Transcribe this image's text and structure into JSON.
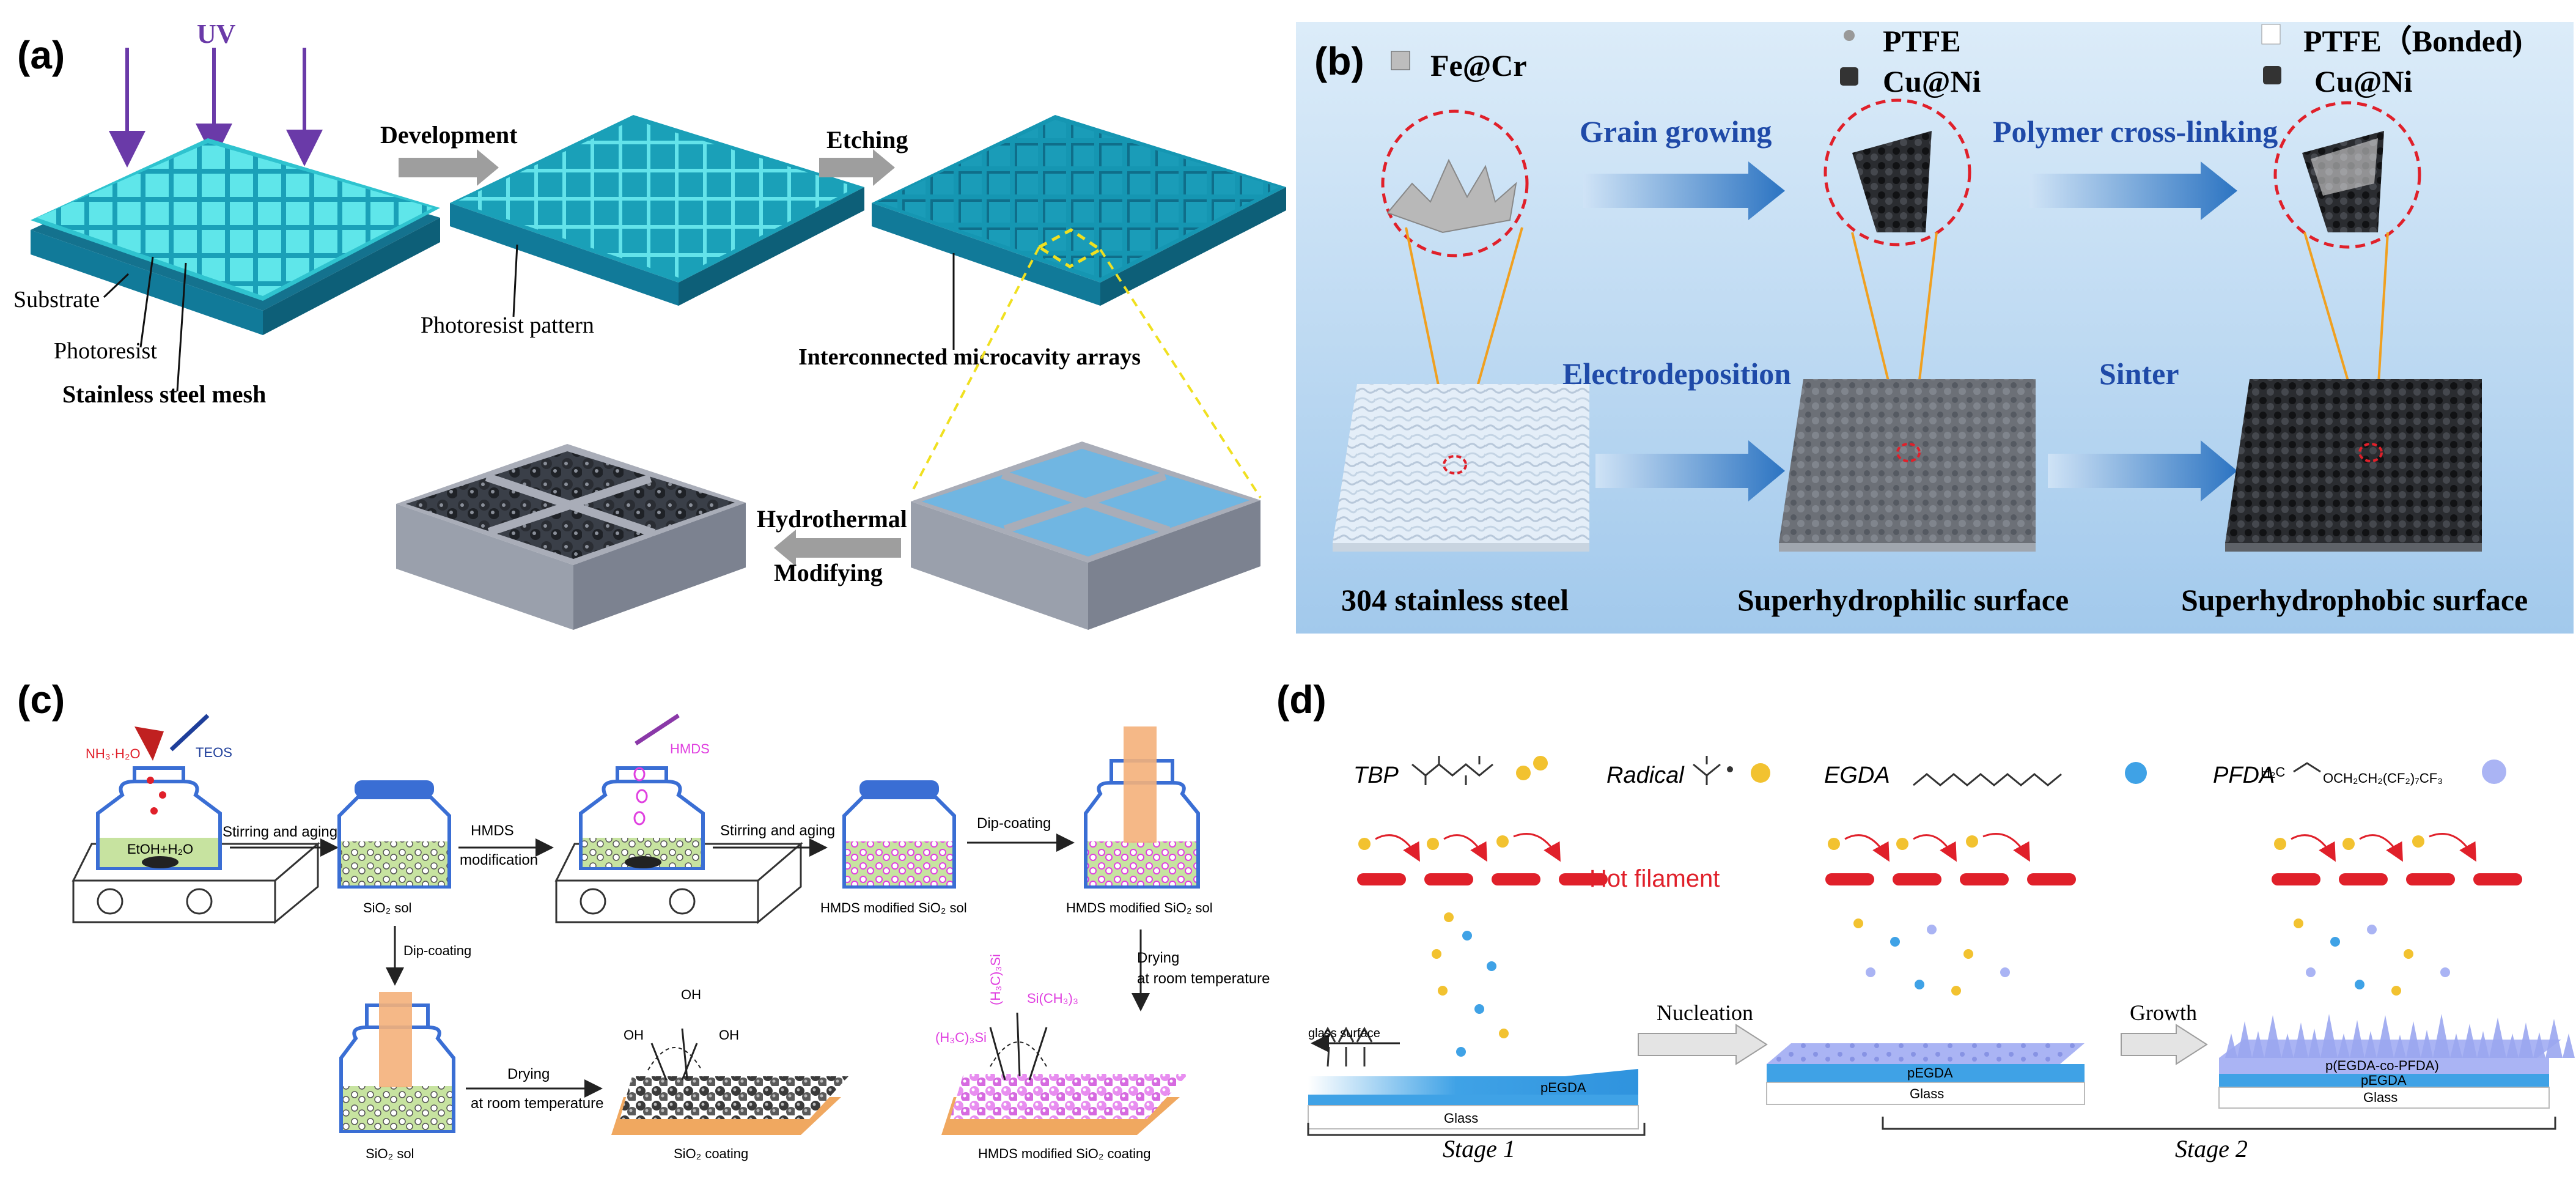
{
  "panels": {
    "a": {
      "label": "(a)",
      "uv": "UV",
      "step_development": "Development",
      "step_etching": "Etching",
      "label_substrate": "Substrate",
      "label_photoresist": "Photoresist",
      "label_mesh": "Stainless steel mesh",
      "label_pattern": "Photoresist pattern",
      "label_arrays": "Interconnected microcavity arrays",
      "step_hydrothermal": "Hydrothermal",
      "step_modifying": "Modifying",
      "colors": {
        "cyan": "#5fe6ea",
        "teal": "#1aa0b8",
        "dark": "#14728e",
        "gray": "#a9adb8",
        "arrow": "#9e9e9e",
        "uv": "#6a3aa8"
      }
    },
    "b": {
      "label": "(b)",
      "legend_fecr": "Fe@Cr",
      "legend_ptfe": "PTFE",
      "legend_cuni": "Cu@Ni",
      "legend_ptfe_bonded": "PTFE（Bonded)",
      "legend_cuni2": "Cu@Ni",
      "step_grain": "Grain growing",
      "step_polymer": "Polymer cross-linking",
      "step_electro": "Electrodeposition",
      "step_sinter": "Sinter",
      "cap_304": "304 stainless steel",
      "cap_superhydrophilic": "Superhydrophilic surface",
      "cap_superhydrophobic": "Superhydrophobic surface",
      "colors": {
        "bg_top": "#d6e9f8",
        "bg_bottom": "#a9cdee",
        "blue_text": "#1f4aa8",
        "arrow": "#2f78c4"
      }
    },
    "c": {
      "label": "(c)",
      "reagent_nh3": "NH₃·H₂O",
      "reagent_teos": "TEOS",
      "solvent": "EtOH+H₂O",
      "step_stir1": "Stirring and aging",
      "sol1": "SiO₂ sol",
      "step_hmds": "HMDS",
      "step_modification": "modification",
      "reagent_hmds": "HMDS",
      "step_stir2": "Stirring and aging",
      "sol_hmds1": "HMDS modified SiO₂ sol",
      "step_dip1": "Dip-coating",
      "sol_hmds2": "HMDS modified SiO₂ sol",
      "step_dip2": "Dip-coating",
      "step_drying1": "Drying",
      "step_roomtemp1": "at room temperature",
      "sol2": "SiO₂ sol",
      "coating_sio2": "SiO₂ coating",
      "group_oh": "OH",
      "step_drying2": "Drying",
      "step_roomtemp2": "at room temperature",
      "group_tms1": "(H₃C)₃Si",
      "group_tms2": "Si(CH₃)₃",
      "group_tms3": "(H₃C)₃Si",
      "coating_hmds": "HMDS modified SiO₂ coating"
    },
    "d": {
      "label": "(d)",
      "tbp": "TBP",
      "radical": "Radical",
      "egda": "EGDA",
      "pfda": "PFDA",
      "pfda_formula": "OCH₂CH₂(CF₂)₇CF₃",
      "h2c": "H₂C",
      "hot_filament": "Hot filament",
      "glass_surface": "glass surface",
      "step_nucleation": "Nucleation",
      "step_growth": "Growth",
      "layer_pegda1": "pEGDA",
      "layer_glass1": "Glass",
      "layer_pegda2": "pEGDA",
      "layer_glass2": "Glass",
      "layer_copoly": "p(EGDA-co-PFDA)",
      "layer_pegda3": "pEGDA",
      "layer_glass3": "Glass",
      "stage1": "Stage 1",
      "stage2": "Stage 2",
      "colors": {
        "red": "#e0202a",
        "blue": "#3fa2e6",
        "lilac": "#8c9cf0",
        "gold": "#f2c230"
      }
    }
  }
}
